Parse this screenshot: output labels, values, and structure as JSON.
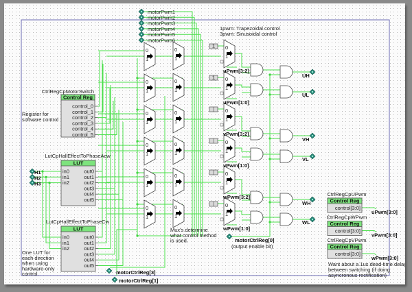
{
  "schematic": {
    "pwm_inputs": [
      "motorPwm1",
      "motorPwm2",
      "motorPwm3",
      "motorPwm4",
      "motorPwm5",
      "motorPwm6"
    ],
    "notes": {
      "mode_line1": "1pwm: Trapezoidal control",
      "mode_line2": "3pwm: Sinusoidal control",
      "register_note_1": "Register for",
      "register_note_2": "software control",
      "lut_note": [
        "One LUT for",
        "each direction",
        "when using",
        "hardware-only",
        "control."
      ],
      "mux_note": [
        "Mux's determine",
        "what control method",
        "is used."
      ],
      "deadtime_note": [
        "Want about a 1us dead-time delay",
        "between switching (if doing",
        "asyncronous rectification)"
      ],
      "enable_sub": "(output enable bit)"
    },
    "motor_switch_reg": {
      "name": "CtrlRegCpMotorSwitch",
      "header": "Control Reg",
      "outputs": [
        "control_0",
        "control_1",
        "control_2",
        "control_3",
        "control_4",
        "control_5"
      ]
    },
    "lut_acw": {
      "name": "LutCpHallEffectToPhaseAcw",
      "header": "LUT",
      "inputs": [
        "in0",
        "in1",
        "in2"
      ],
      "outputs": [
        "out0",
        "out1",
        "out2",
        "out3",
        "out4",
        "out5"
      ]
    },
    "lut_cw": {
      "name": "LutCpHallEffectToPhaseCw",
      "header": "LUT",
      "inputs": [
        "in0",
        "in1",
        "in2"
      ],
      "outputs": [
        "out0",
        "out1",
        "out2",
        "out3",
        "out4",
        "out5"
      ]
    },
    "hall_inputs": [
      "H1",
      "H2",
      "H3"
    ],
    "const_value": "1",
    "pwm_bus_labels": [
      "uPwm[3:2]",
      "uPwm[1:0]",
      "vPwm[3:2]",
      "vPwm[1:0]",
      "wPwm[3:2]",
      "wPwm[1:0]"
    ],
    "outputs": [
      "UH",
      "UL",
      "VH",
      "VL",
      "WH",
      "WL"
    ],
    "ctrl_bits": {
      "enable": "motorCtrlReg[0]",
      "bit3": "motorCtrlReg[3]",
      "bit1": "motorCtrlReg[1]"
    },
    "pwm_regs": [
      {
        "name": "CtrlRegCpUPwm",
        "header": "Control Reg",
        "port": "control[3:0]",
        "bus": "uPwm[3:0]"
      },
      {
        "name": "CtrlRegCpWPwm",
        "header": "Control Reg",
        "port": "control[3:0]",
        "bus": "vPwm[3:0]"
      },
      {
        "name": "CtrlRegCpVPwm",
        "header": "Control Reg",
        "port": "control[3:0]",
        "bus": "wPwm[3:0]"
      }
    ]
  }
}
